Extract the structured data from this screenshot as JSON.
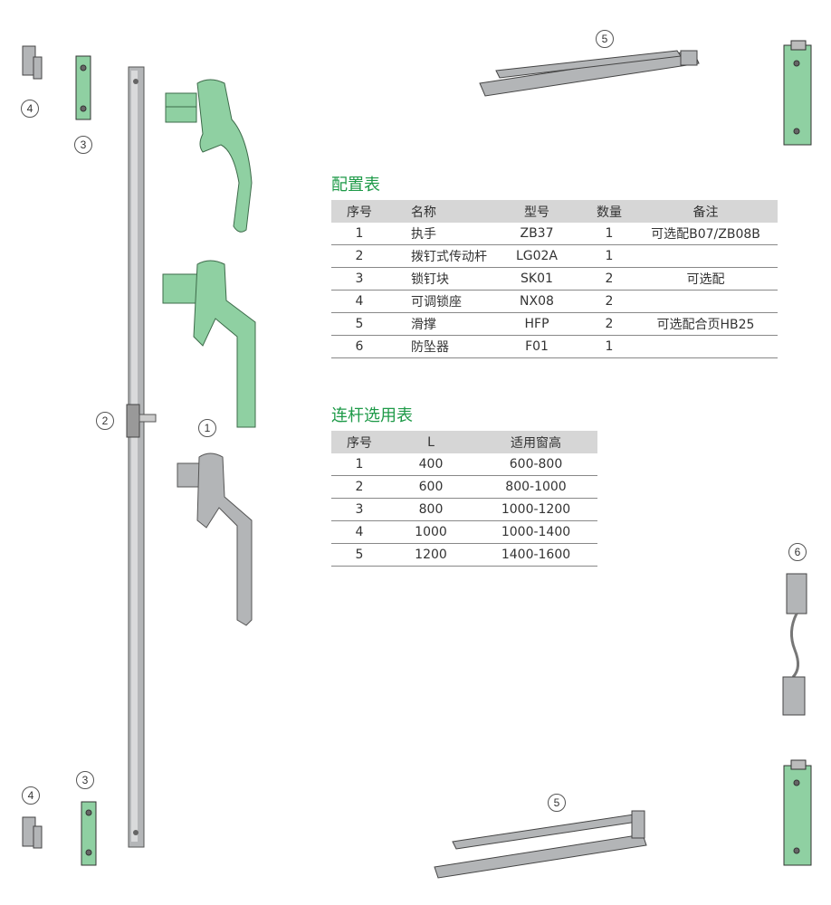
{
  "callouts": {
    "c1": "1",
    "c2": "2",
    "c3": "3",
    "c4": "4",
    "c5": "5",
    "c6": "6"
  },
  "config_table": {
    "title": "配置表",
    "headers": [
      "序号",
      "名称",
      "型号",
      "数量",
      "备注"
    ],
    "rows": [
      [
        "1",
        "执手",
        "ZB37",
        "1",
        "可选配B07/ZB08B"
      ],
      [
        "2",
        "拨钉式传动杆",
        "LG02A",
        "1",
        ""
      ],
      [
        "3",
        "锁钉块",
        "SK01",
        "2",
        "可选配"
      ],
      [
        "4",
        "可调锁座",
        "NX08",
        "2",
        ""
      ],
      [
        "5",
        "滑撑",
        "HFP",
        "2",
        "可选配合页HB25"
      ],
      [
        "6",
        "防坠器",
        "F01",
        "1",
        ""
      ]
    ]
  },
  "rod_table": {
    "title": "连杆选用表",
    "headers": [
      "序号",
      "L",
      "适用窗高"
    ],
    "rows": [
      [
        "1",
        "400",
        "600-800"
      ],
      [
        "2",
        "600",
        "800-1000"
      ],
      [
        "3",
        "800",
        "1000-1200"
      ],
      [
        "4",
        "1000",
        "1000-1400"
      ],
      [
        "5",
        "1200",
        "1400-1600"
      ]
    ]
  },
  "colors": {
    "accent": "#1e9a48",
    "handle_green": "#8fd0a2",
    "metal": "#a9abae"
  }
}
